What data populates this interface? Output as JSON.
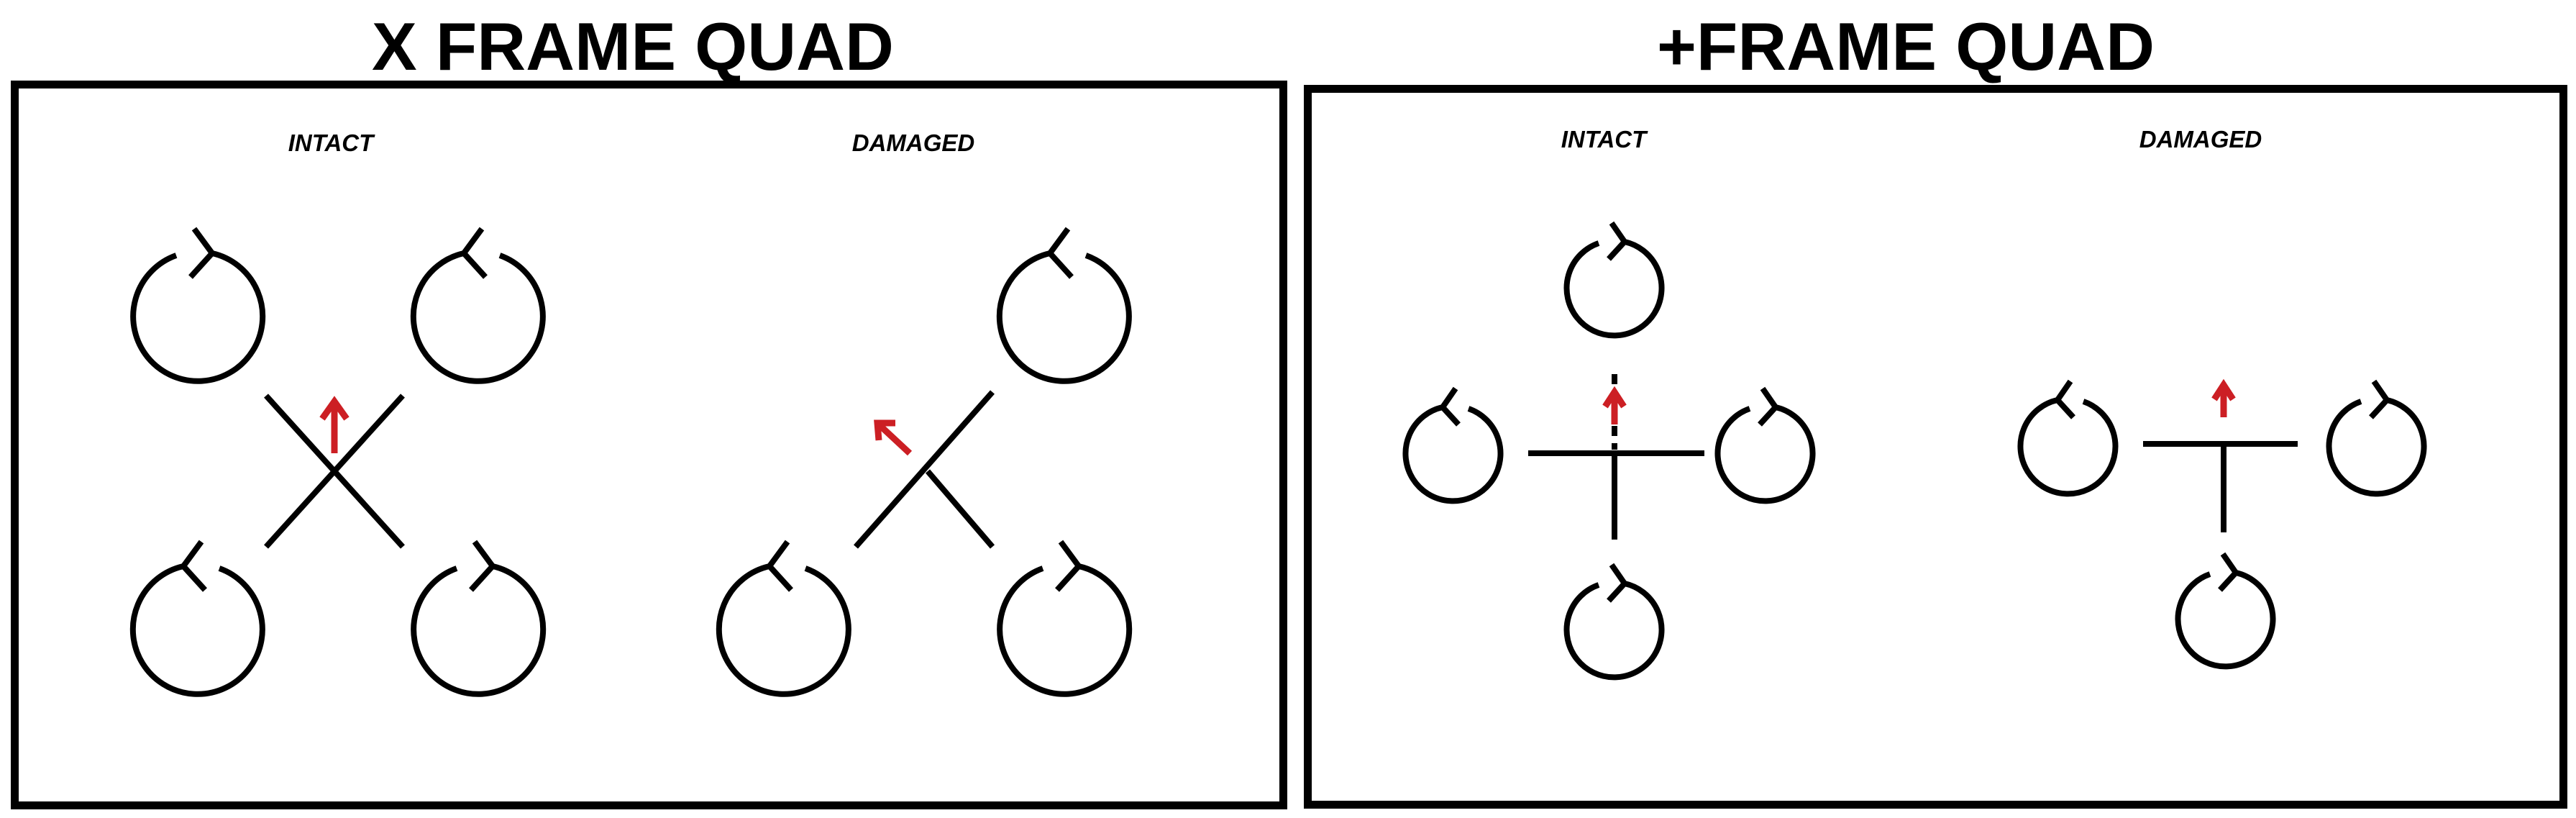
{
  "left_panel": {
    "title": "X FRAME QUAD",
    "intact_label": "INTACT",
    "damaged_label": "DAMAGED"
  },
  "right_panel": {
    "title": "+FRAME QUAD",
    "intact_label": "INTACT",
    "damaged_label": "DAMAGED"
  },
  "colors": {
    "frame": "#000000",
    "heading_arrow": "#cc1f24"
  },
  "icons": [
    "rotation-arrow-icon",
    "heading-arrow-icon"
  ]
}
